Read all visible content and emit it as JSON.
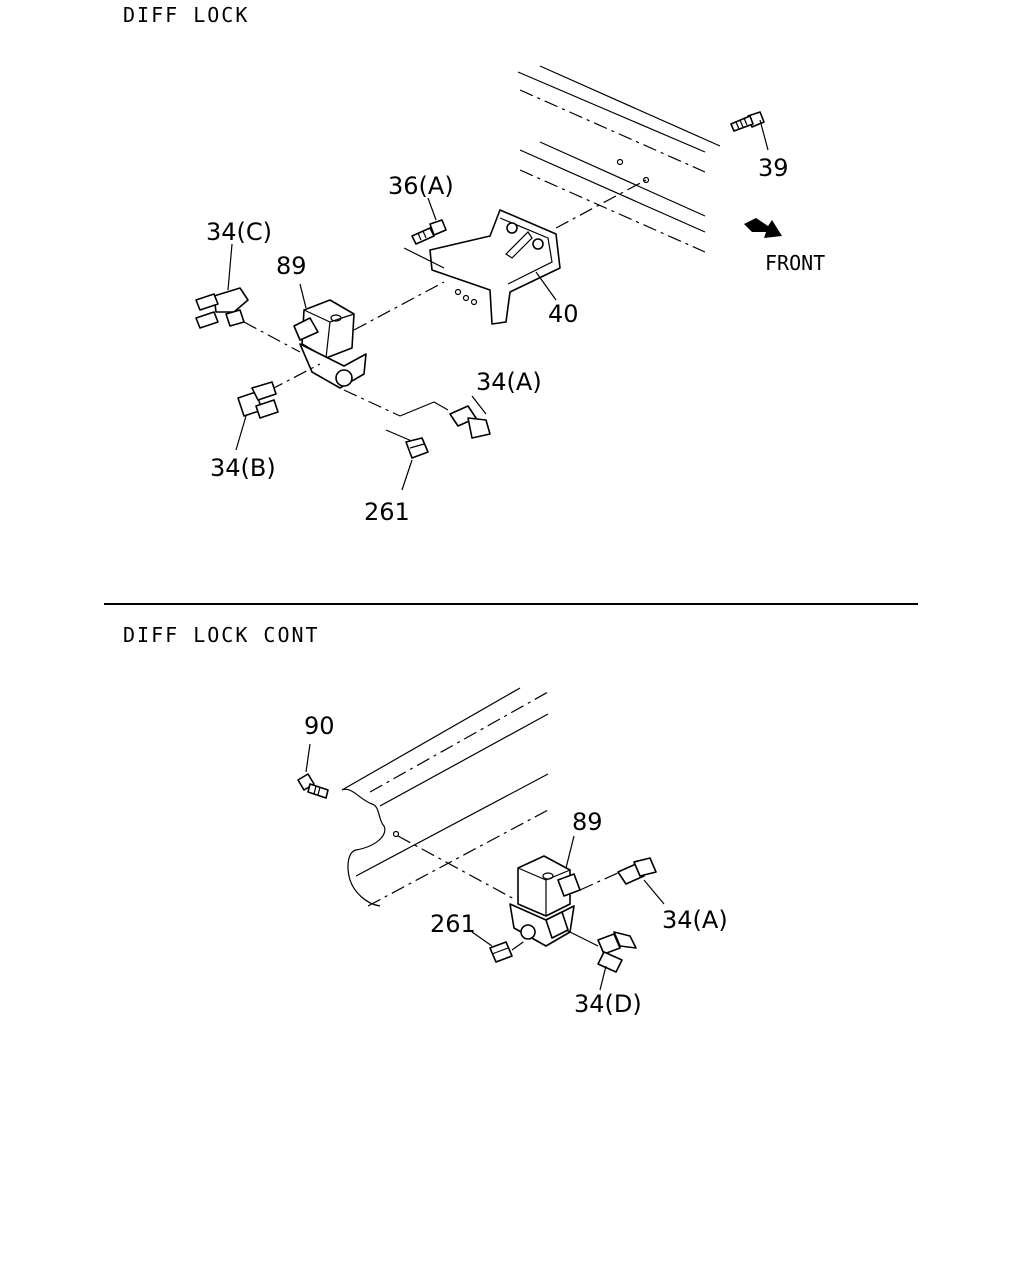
{
  "sections": [
    {
      "title": "DIFF LOCK",
      "labels": {
        "p39": "39",
        "p36a": "36(A)",
        "p34c": "34(C)",
        "p89": "89",
        "p40": "40",
        "p34a": "34(A)",
        "p34b": "34(B)",
        "p261": "261",
        "front": "FRONT"
      }
    },
    {
      "title": "DIFF LOCK CONT",
      "labels": {
        "p90": "90",
        "p89": "89",
        "p34a": "34(A)",
        "p261": "261",
        "p34d": "34(D)"
      }
    }
  ]
}
